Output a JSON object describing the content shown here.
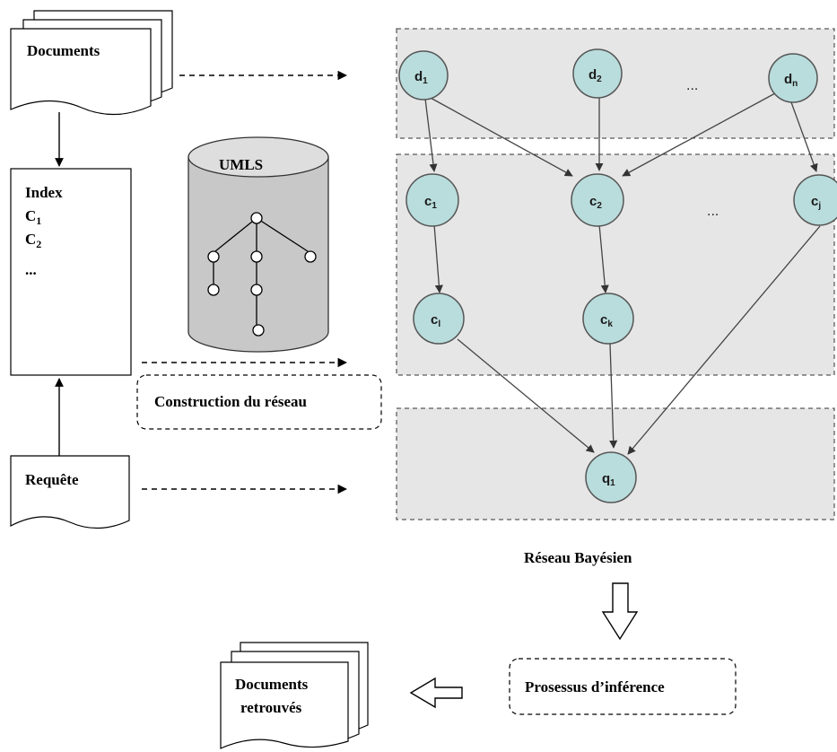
{
  "documents_label": "Documents",
  "index_box": {
    "title": "Index",
    "items": [
      {
        "letter": "C",
        "sub": "1"
      },
      {
        "letter": "C",
        "sub": "2"
      },
      {
        "letter": "...",
        "sub": ""
      }
    ]
  },
  "umls_label": "UMLS",
  "requete_label": "Requête",
  "construction_label": "Construction du réseau",
  "network_title": "Réseau Bayésien",
  "inference_label": "Prosessus d’inférence",
  "retrieved_label_line1": "Documents",
  "retrieved_label_line2": "retrouvés",
  "nodes": {
    "d1": {
      "letter": "d",
      "sub": "1"
    },
    "d2": {
      "letter": "d",
      "sub": "2"
    },
    "dn": {
      "letter": "d",
      "sub": "n"
    },
    "c1": {
      "letter": "c",
      "sub": "1"
    },
    "c2": {
      "letter": "c",
      "sub": "2"
    },
    "cj": {
      "letter": "c",
      "sub": "j"
    },
    "cl": {
      "letter": "c",
      "sub": "l"
    },
    "ck": {
      "letter": "c",
      "sub": "k"
    },
    "q1": {
      "letter": "q",
      "sub": "1"
    }
  },
  "ellipsis_top": "...",
  "ellipsis_mid": "..."
}
